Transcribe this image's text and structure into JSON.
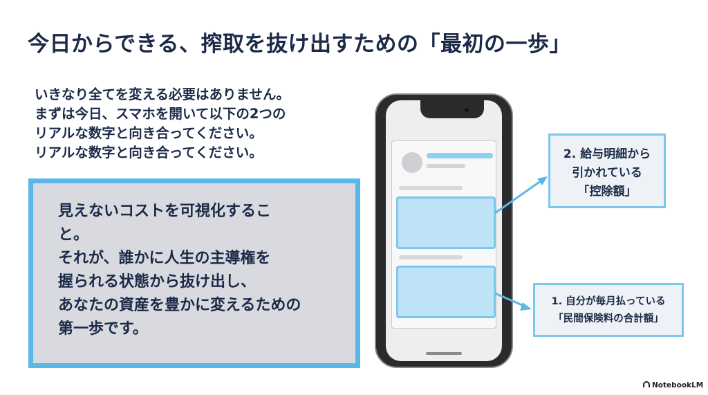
{
  "title": "今日からできる、搾取を抜け出すための「最初の一歩」",
  "intro": {
    "lines": [
      "いきなり全てを変える必要はありません。",
      "まずは今日、スマホを開いて以下の2つの",
      "リアルな数字と向き合ってください。",
      "リアルな数字と向き合ってください。"
    ]
  },
  "callout": {
    "lines": [
      "見えないコストを可視化するこ",
      "と。",
      "それが、誰かに人生の主導権を",
      "握られる状態から抜け出し、",
      "あなたの資産を豊かに変えるための",
      "第一歩です。"
    ]
  },
  "labels": {
    "deductions": [
      "2. 給与明細から",
      "引かれている",
      "「控除額」"
    ],
    "insurance": [
      "1. 自分が毎月払っている",
      "「民間保険料の合計額」"
    ]
  },
  "brand": "NotebookLM",
  "colors": {
    "accent": "#5ab8e6",
    "navy": "#1b2a47",
    "panel": "#d8dadf",
    "highlight": "#bfe3f6"
  }
}
